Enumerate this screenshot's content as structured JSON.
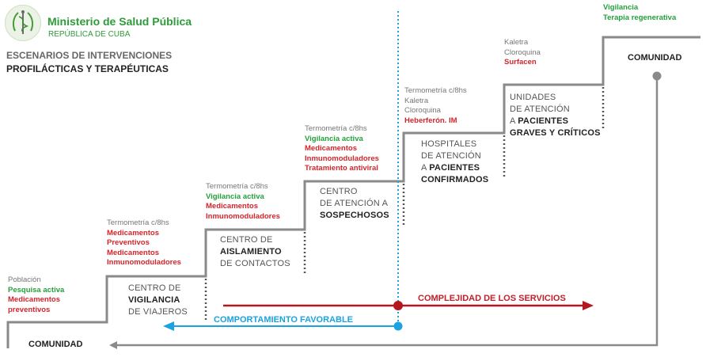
{
  "header": {
    "ministry_name": "Ministerio de Salud Pública",
    "country": "REPÚBLICA DE CUBA",
    "title_line1": "ESCENARIOS DE INTERVENCIONES",
    "title_line2": "PROFILÁCTICAS Y TERAPÉUTICAS"
  },
  "stage0": {
    "annotation": [
      "Población",
      "Pesquisa activa",
      "Medicamentos",
      "preventivos"
    ],
    "label": "COMUNIDAD"
  },
  "stage1": {
    "annotation": [
      "Termometría c/8hs",
      "Medicamentos",
      "Preventivos",
      "Medicamentos",
      "Inmunomoduladores"
    ],
    "label": [
      "CENTRO DE",
      "VIGILANCIA",
      "DE VIAJEROS"
    ]
  },
  "stage2": {
    "annotation": [
      "Termometría c/8hs",
      "Vigilancia activa",
      "Medicamentos",
      "Inmunomoduladores"
    ],
    "label": [
      "CENTRO DE",
      "AISLAMIENTO",
      "DE CONTACTOS"
    ]
  },
  "stage3": {
    "annotation": [
      "Termometría c/8hs",
      "Vigilancia activa",
      "Medicamentos",
      "Inmunomoduladores",
      "Tratamiento antiviral"
    ],
    "label": [
      "CENTRO",
      "DE ATENCIÓN A",
      "SOSPECHOSOS"
    ]
  },
  "stage4": {
    "annotation": [
      "Termometría c/8hs",
      "Kaletra",
      "Cloroquina",
      "Heberferón. IM"
    ],
    "label": [
      "HOSPITALES",
      "DE ATENCIÓN",
      "A",
      "PACIENTES",
      "CONFIRMADOS"
    ]
  },
  "stage5": {
    "annotation": [
      "Kaletra",
      "Cloroquina",
      "Surfacen"
    ],
    "label": [
      "UNIDADES",
      "DE ATENCIÓN",
      "A",
      "PACIENTES",
      "GRAVES Y CRÍTICOS"
    ]
  },
  "stage6": {
    "annotation": [
      "Vigilancia",
      "Terapia regenerativa"
    ],
    "label": "COMUNIDAD"
  },
  "arrows": {
    "complexity": "COMPLEJIDAD DE LOS SERVICIOS",
    "favorable": "COMPORTAMIENTO FAVORABLE"
  },
  "colors": {
    "green": "#23a13a",
    "red": "#d6242a",
    "blue": "#1aa3e0",
    "stair": "#8a8a8a"
  }
}
